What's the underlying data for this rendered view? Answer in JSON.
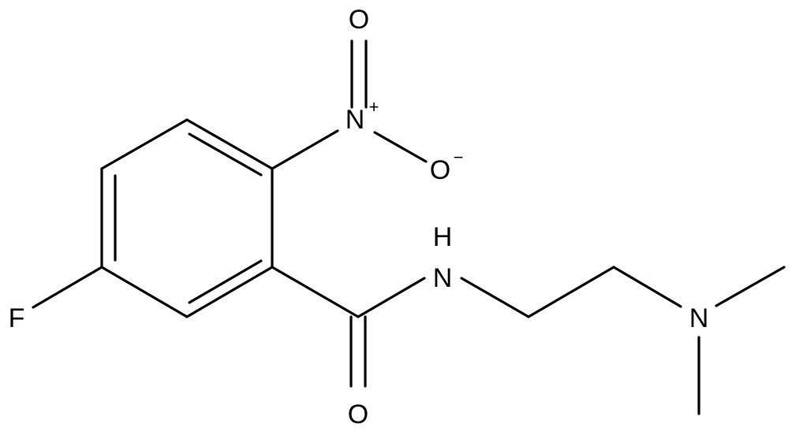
{
  "structure": {
    "atoms": {
      "O_nitro_top": "O",
      "N_nitro": "N",
      "N_nitro_charge": "+",
      "O_nitro_minus": "O",
      "O_nitro_minus_charge": "−",
      "F": "F",
      "NH_H": "H",
      "NH_N": "N",
      "N_amine": "N",
      "O_carbonyl": "O"
    }
  }
}
